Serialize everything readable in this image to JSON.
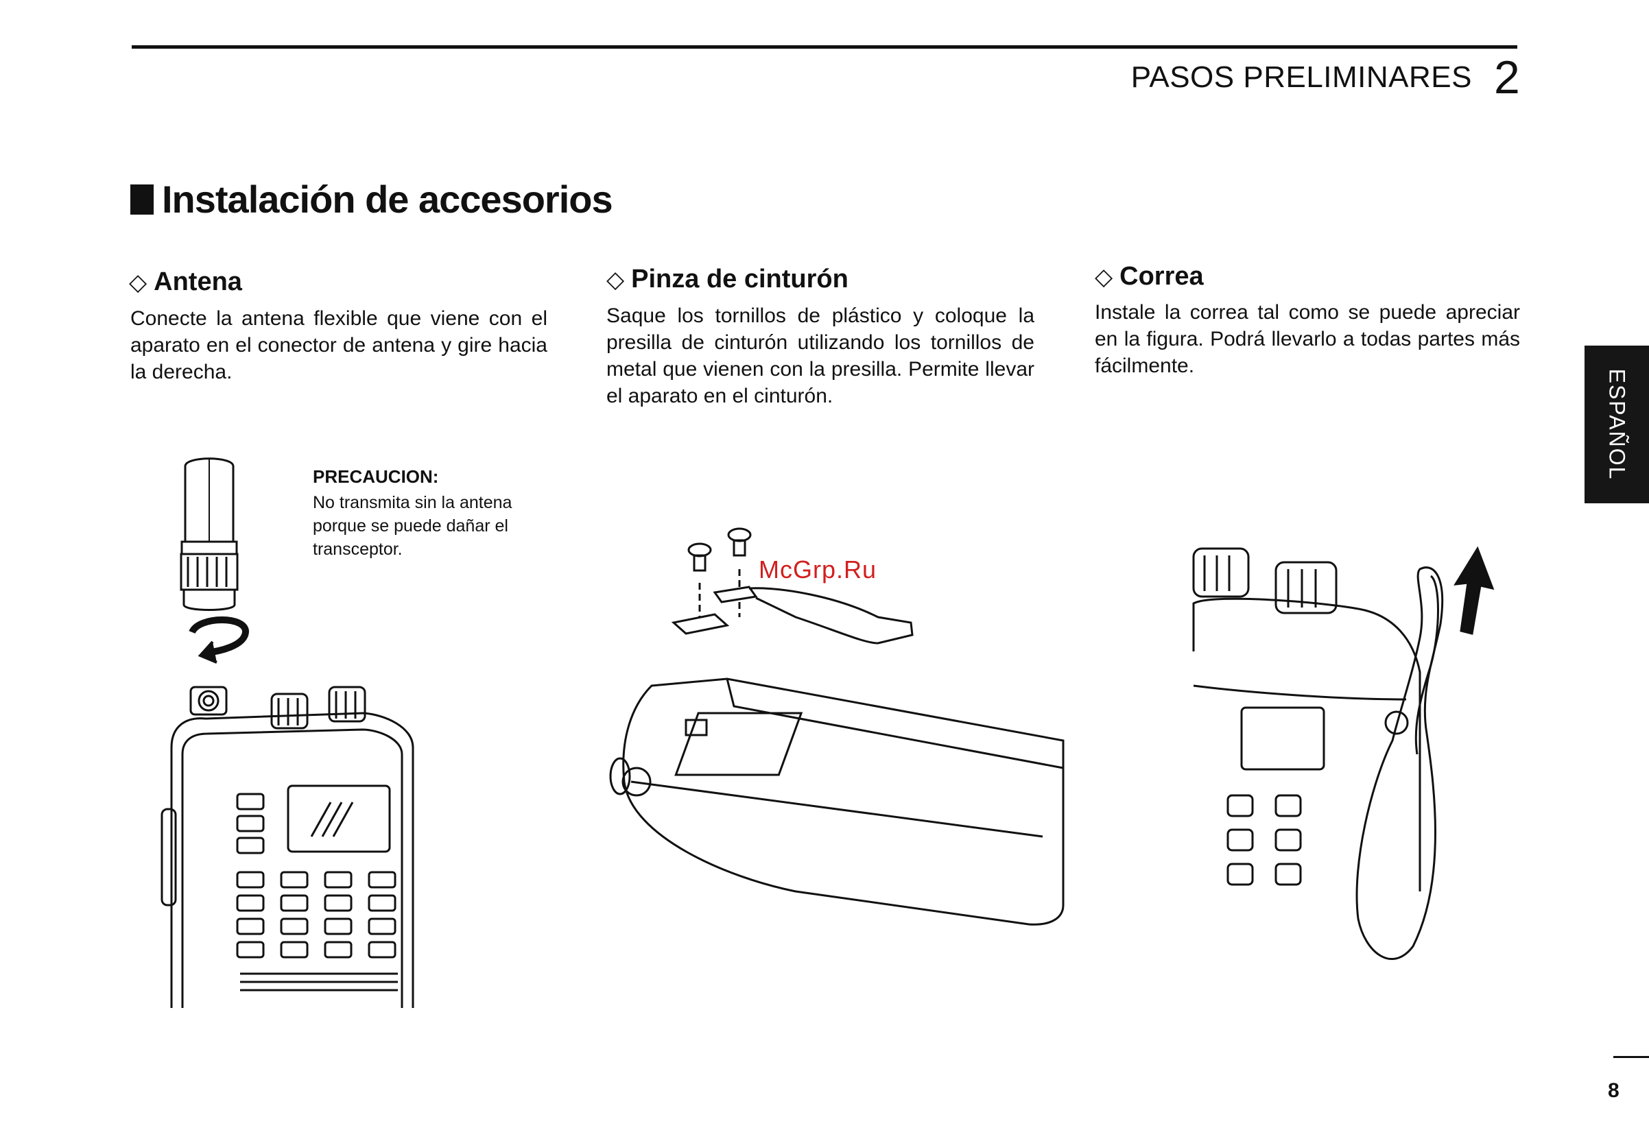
{
  "header": {
    "chapter_title": "PASOS PRELIMINARES",
    "chapter_number": "2"
  },
  "section": {
    "title": "Instalación de accesorios"
  },
  "columns": {
    "antenna": {
      "title": "Antena",
      "text": "Conecte la antena flexible que viene con el aparato en el conector de antena y gire hacia la derecha."
    },
    "belt_clip": {
      "title": "Pinza de cinturón",
      "text": "Saque los tornillos de plástico y coloque la presilla de cinturón utilizando los tornillos de metal que vienen con la presilla. Permite llevar el aparato en el cinturón."
    },
    "strap": {
      "title": "Correa",
      "text": "Instale la correa tal como se puede apreciar en la figura. Podrá llevarlo a todas partes más fácilmente."
    }
  },
  "caution": {
    "heading": "PRECAUCION:",
    "text": "No transmita sin la antena porque se puede dañar el transceptor."
  },
  "side_tab": {
    "label": "ESPAÑOL"
  },
  "watermark": {
    "text": "McGrp.Ru"
  },
  "footer": {
    "page_number": "8"
  },
  "icons": {
    "bullet": "diamond-outline",
    "section_marker": "filled-square"
  },
  "colors": {
    "text": "#111111",
    "side_tab_bg": "#161616",
    "watermark": "#d21f1f"
  }
}
